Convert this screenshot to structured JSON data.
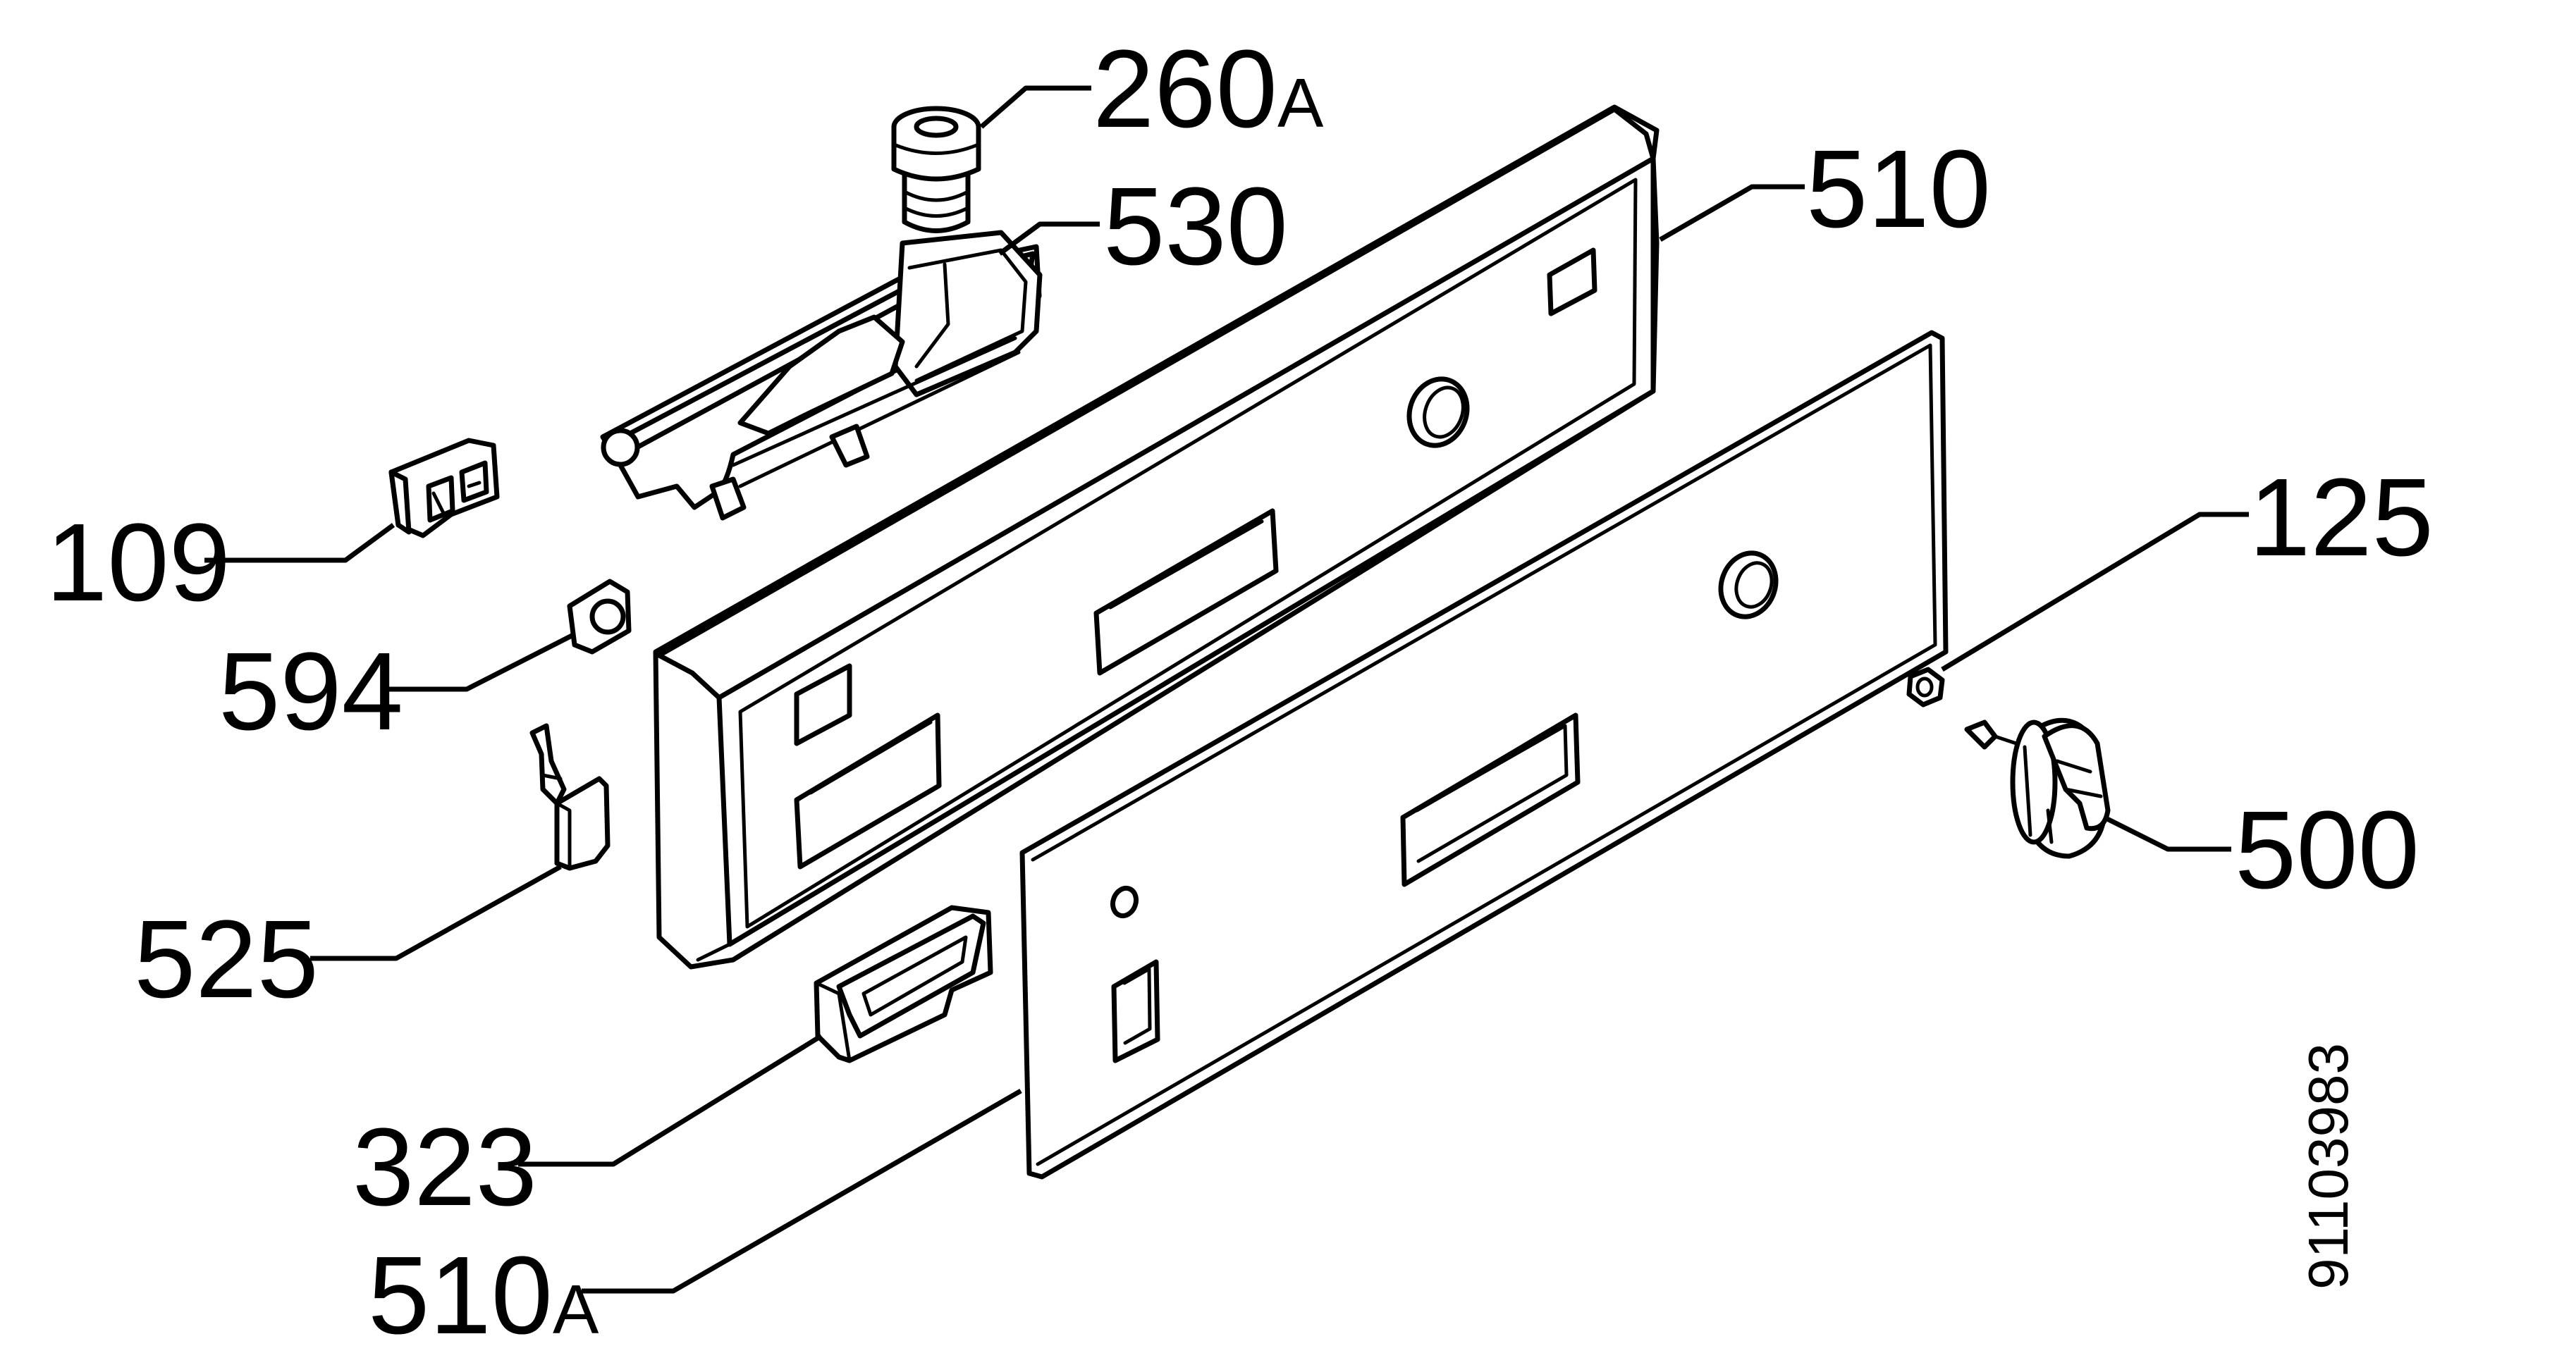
{
  "drawing_code": "91103983",
  "parts": [
    {
      "id": "p260a",
      "number": "260",
      "suffix": "A"
    },
    {
      "id": "p530",
      "number": "530",
      "suffix": ""
    },
    {
      "id": "p510",
      "number": "510",
      "suffix": ""
    },
    {
      "id": "p109",
      "number": "109",
      "suffix": ""
    },
    {
      "id": "p125",
      "number": "125",
      "suffix": ""
    },
    {
      "id": "p594",
      "number": "594",
      "suffix": ""
    },
    {
      "id": "p500",
      "number": "500",
      "suffix": ""
    },
    {
      "id": "p525",
      "number": "525",
      "suffix": ""
    },
    {
      "id": "p323",
      "number": "323",
      "suffix": ""
    },
    {
      "id": "p510a",
      "number": "510",
      "suffix": "A"
    }
  ],
  "colors": {
    "line": "#000000",
    "background": "#ffffff"
  }
}
